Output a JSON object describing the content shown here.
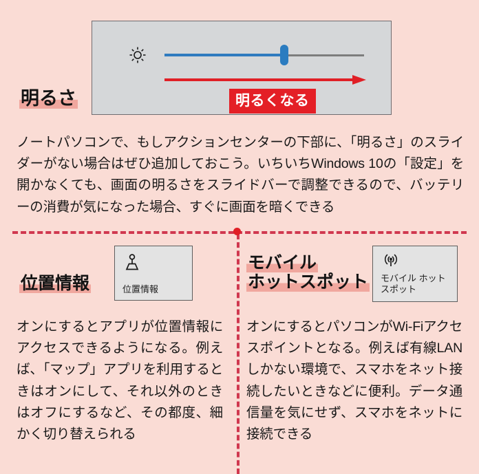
{
  "background_color": "#fadcd5",
  "brightness_section": {
    "heading": "明るさ",
    "panel": {
      "icon": "sun-brightness-icon",
      "slider": {
        "value_percent": 60,
        "filled_color": "#2f7bbf",
        "rest_color": "#7d7d7d",
        "thumb_color": "#2b7cc0"
      },
      "annotation": {
        "arrow_direction": "right",
        "arrow_color": "#e01f26",
        "chip_label": "明るくなる",
        "chip_bg": "#e41f26",
        "chip_text_color": "#ffffff"
      }
    },
    "body": "ノートパソコンで、もしアクションセンターの下部に、「明るさ」のスライダーがない場合はぜひ追加しておこう。いちいちWindows 10の「設定」を開かなくても、画面の明るさをスライドバーで調整できるので、バッテリーの消費が気になった場合、すぐに画面を暗くできる"
  },
  "location_section": {
    "heading": "位置情報",
    "tile": {
      "icon": "location-pin-icon",
      "label": "位置情報"
    },
    "body": "オンにするとアプリが位置情報にアクセスできるようになる。例えば、「マップ」アプリを利用するときはオンにして、それ以外のときはオフにするなど、その都度、細かく切り替えられる"
  },
  "hotspot_section": {
    "heading_line1": "モバイル",
    "heading_line2": "ホットスポット",
    "tile": {
      "icon": "broadcast-antenna-icon",
      "label": "モバイル ホットスポット"
    },
    "body": "オンにするとパソコンがWi-Fiアクセスポイントとなる。例えば有線LANしかない環境で、スマホをネット接続したいときなどに便利。データ通信量を気にせず、スマホをネットに接続できる"
  },
  "dividers": {
    "color": "#d0384f",
    "dot_color": "#e01f26",
    "style": "dashed"
  }
}
